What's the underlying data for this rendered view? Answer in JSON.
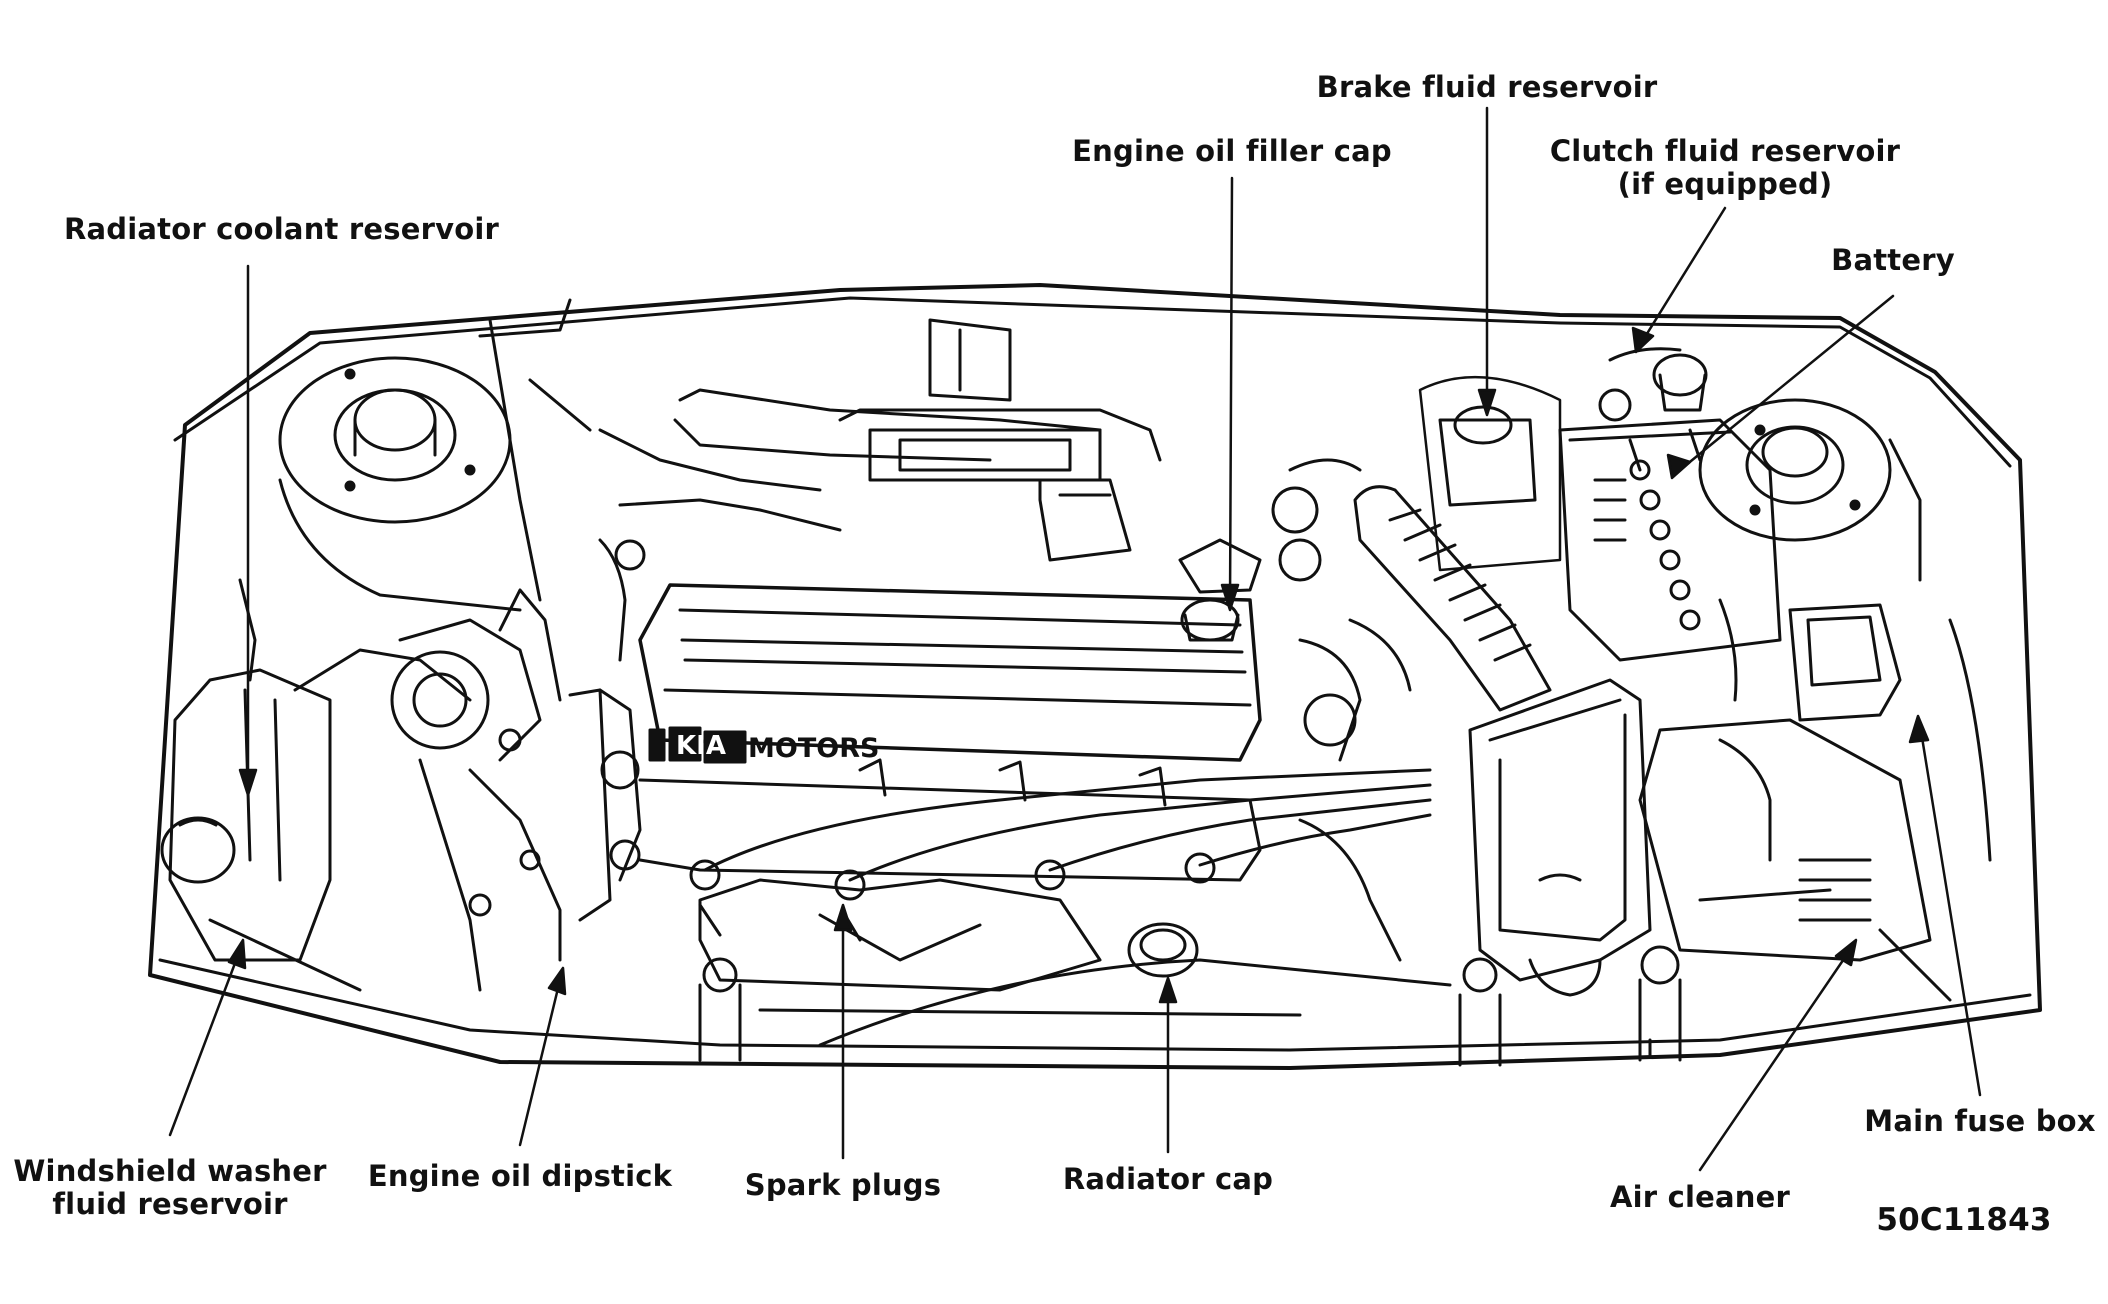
{
  "labels": {
    "radiator_coolant_reservoir": "Radiator coolant reservoir",
    "engine_oil_filler_cap": "Engine oil filler cap",
    "brake_fluid_reservoir": "Brake fluid reservoir",
    "clutch_fluid_reservoir": "Clutch fluid reservoir",
    "clutch_fluid_reservoir_note": "(if equipped)",
    "battery": "Battery",
    "windshield_washer_line1": "Windshield washer",
    "windshield_washer_line2": "fluid reservoir",
    "engine_oil_dipstick": "Engine oil dipstick",
    "spark_plugs": "Spark plugs",
    "radiator_cap": "Radiator cap",
    "air_cleaner": "Air cleaner",
    "main_fuse_box": "Main fuse box"
  },
  "figure_code": "50C11843",
  "engine_logo": {
    "brand": "KIA",
    "text": "MOTORS"
  }
}
